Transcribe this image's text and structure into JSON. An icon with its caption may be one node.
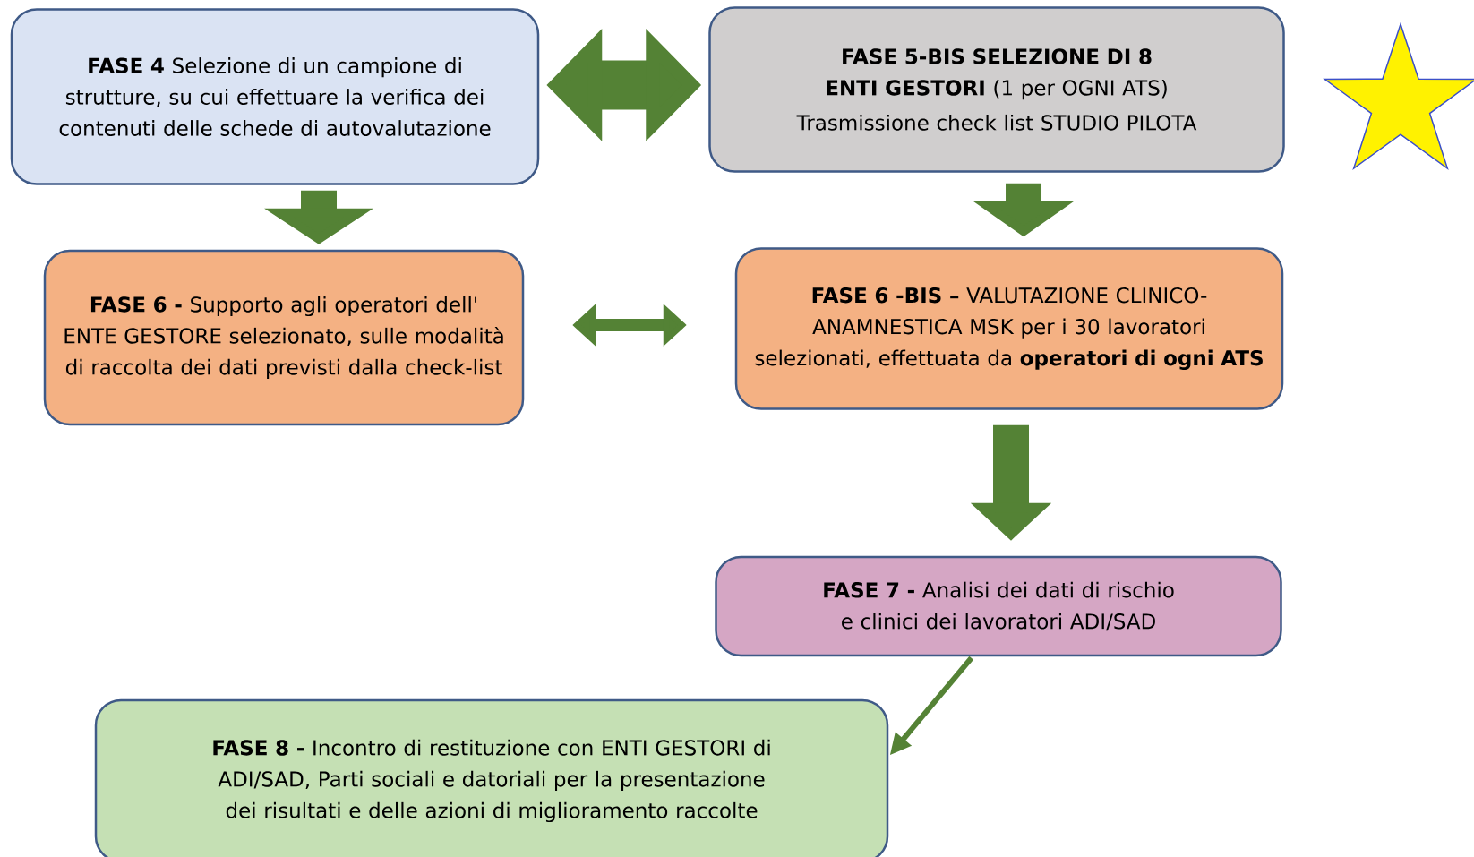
{
  "diagram": {
    "nodes": [
      {
        "text": [
          "**FASE 4** Selezione di un campione di strutture, su cui effettuare la verifica dei contenuti delle schede di autovalutazione"
        ]
      },
      {
        "text": [
          "**FASE 5-BIS SELEZIONE DI 8 ENTI GESTORI** (1 per OGNI ATS)",
          "Trasmissione check list STUDIO PILOTA"
        ]
      },
      {
        "text": [
          "**FASE 6 -** Supporto agli operatori dell' ENTE GESTORE selezionato, sulle modalità di raccolta dei dati previsti dalla check-list"
        ]
      },
      {
        "text": [
          "**FASE 6 -BIS –** VALUTAZIONE CLINICO-ANAMNESTICA MSK per i 30 lavoratori selezionati, effettuata da **operatori di ogni ATS**"
        ]
      },
      {
        "text": [
          "**FASE 7 -** Analisi dei dati di rischio e clinici dei lavoratori ADI/SAD"
        ]
      },
      {
        "text": [
          "**FASE 8 -** Incontro di restituzione con ENTI GESTORI di ADI/SAD, Parti sociali e datoriali per la presentazione dei risultati e delle azioni di miglioramento raccolte"
        ]
      }
    ],
    "edges": [
      {
        "from": 0,
        "to": 1,
        "arrow": "both"
      },
      {
        "from": 0,
        "to": 2,
        "arrow": "to"
      },
      {
        "from": 1,
        "to": 3,
        "arrow": "to"
      },
      {
        "from": 2,
        "to": 3,
        "arrow": "both"
      },
      {
        "from": 3,
        "to": 4,
        "arrow": "to"
      },
      {
        "from": 4,
        "to": 5,
        "arrow": "to"
      }
    ]
  }
}
